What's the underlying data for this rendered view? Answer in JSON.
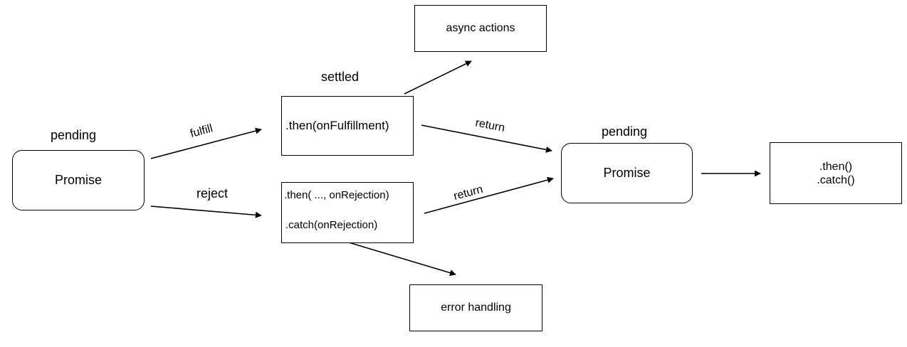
{
  "labels": {
    "pending_left": "pending",
    "settled": "settled",
    "pending_right": "pending",
    "fulfill": "fulfill",
    "reject": "reject",
    "return_top": "return",
    "return_bottom": "return"
  },
  "nodes": {
    "promise_left": "Promise",
    "then_fulfillment": ".then(onFulfillment)",
    "then_rejection": ".then( ..., onRejection)",
    "catch_rejection": ".catch(onRejection)",
    "async_actions": "async actions",
    "error_handling": "error handling",
    "promise_right": "Promise",
    "then_method": ".then()",
    "catch_method": ".catch()"
  },
  "colors": {
    "stroke": "#000000",
    "background": "#ffffff"
  }
}
